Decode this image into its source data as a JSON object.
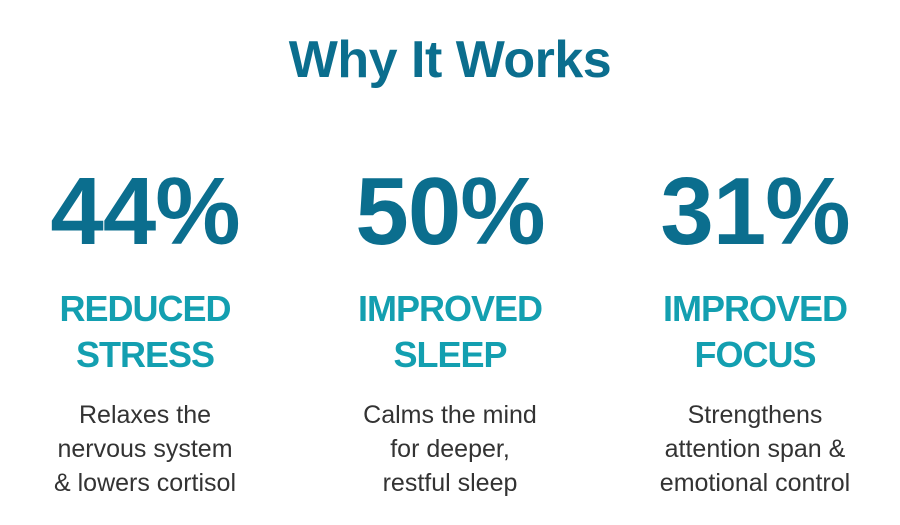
{
  "title": "Why It Works",
  "colors": {
    "title": "#0b6e8e",
    "stat_value": "#0b6e8e",
    "stat_label": "#139fb0",
    "description": "#333333",
    "background": "#ffffff"
  },
  "stats": [
    {
      "value": "44%",
      "label": "REDUCED\nSTRESS",
      "description": "Relaxes the\nnervous system\n& lowers cortisol"
    },
    {
      "value": "50%",
      "label": "IMPROVED\nSLEEP",
      "description": "Calms the mind\nfor deeper,\nrestful sleep"
    },
    {
      "value": "31%",
      "label": "IMPROVED\nFOCUS",
      "description": "Strengthens\nattention span &\nemotional control"
    }
  ]
}
